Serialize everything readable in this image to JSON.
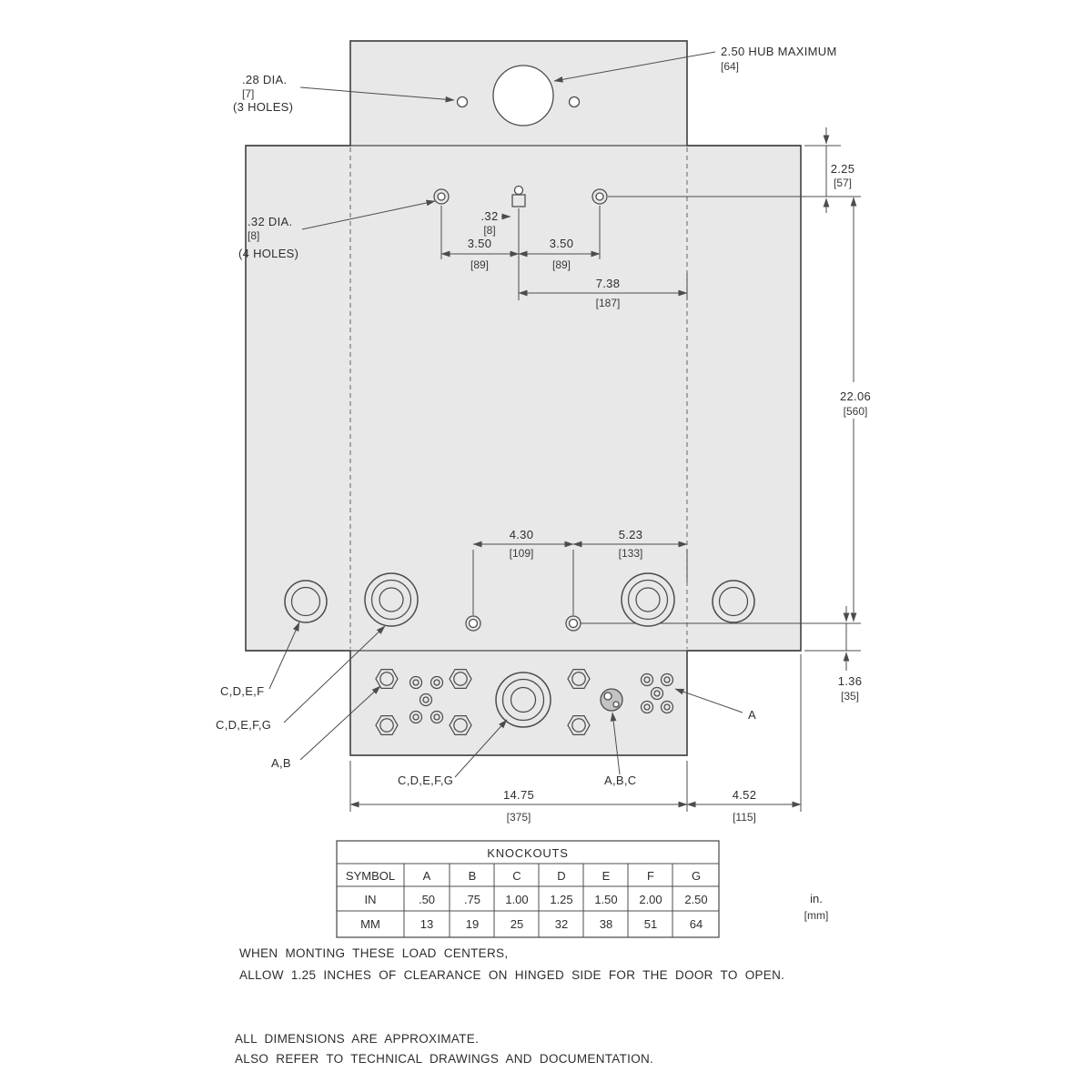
{
  "colors": {
    "panel_fill": "#e8e8e8",
    "line": "#4c4c4c",
    "background": "#ffffff"
  },
  "annotations": {
    "hub": {
      "line1": "2.50 HUB MAXIMUM",
      "line2": "[64]"
    },
    "dia_28": {
      "line1": ".28 DIA.",
      "line2": "[7]",
      "line3": "(3 HOLES)"
    },
    "dia_32": {
      "line1": ".32 DIA.",
      "line2": "[8]",
      "line3": "(4 HOLES)"
    }
  },
  "dims": {
    "tab_width": {
      "in": ".32",
      "mm": "[8]"
    },
    "left_hole_span": {
      "in": "3.50",
      "mm": "[89]"
    },
    "right_hole_span": {
      "in": "3.50",
      "mm": "[89]"
    },
    "center_to_edge": {
      "in": "7.38",
      "mm": "[187]"
    },
    "top_offset": {
      "in": "2.25",
      "mm": "[57]"
    },
    "panel_height": {
      "in": "22.06",
      "mm": "[560]"
    },
    "lower_left_span": {
      "in": "4.30",
      "mm": "[109]"
    },
    "lower_right_span": {
      "in": "5.23",
      "mm": "[133]"
    },
    "bottom_offset": {
      "in": "1.36",
      "mm": "[35]"
    },
    "panel_width": {
      "in": "14.75",
      "mm": "[375]"
    },
    "wing_width": {
      "in": "4.52",
      "mm": "[115]"
    }
  },
  "leaders": {
    "left_wing_knockout": "C,D,E,F",
    "left_large_knockout": "C,D,E,F,G",
    "left_hex_knockout": "A,B",
    "bottom_large_knockout": "C,D,E,F,G",
    "shaded_knockout": "A,B,C",
    "right_cluster_knockout": "A"
  },
  "table": {
    "title": "KNOCKOUTS",
    "headers": [
      "SYMBOL",
      "A",
      "B",
      "C",
      "D",
      "E",
      "F",
      "G"
    ],
    "rows": [
      {
        "label": "IN",
        "values": [
          ".50",
          ".75",
          "1.00",
          "1.25",
          "1.50",
          "2.00",
          "2.50"
        ]
      },
      {
        "label": "MM",
        "values": [
          "13",
          "19",
          "25",
          "32",
          "38",
          "51",
          "64"
        ]
      }
    ]
  },
  "units": {
    "line1": "in.",
    "line2": "[mm]"
  },
  "notes": {
    "mounting_line1": "WHEN MONTING THESE LOAD CENTERS,",
    "mounting_line2": "ALLOW 1.25 INCHES OF CLEARANCE ON HINGED SIDE FOR THE DOOR TO OPEN.",
    "footer_line1": "ALL DIMENSIONS ARE APPROXIMATE.",
    "footer_line2": "ALSO REFER TO TECHNICAL DRAWINGS AND DOCUMENTATION."
  }
}
